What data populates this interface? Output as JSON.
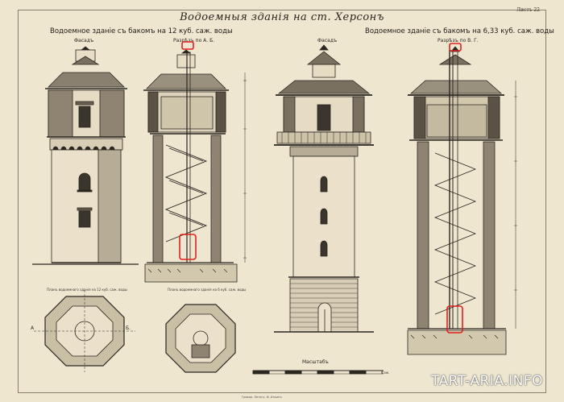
{
  "sheet": {
    "title": "Водоемныя зданія на ст. Херсонъ",
    "sheet_number": "Листъ 22",
    "left_group_title": "Водоемное зданіе съ бакомъ на 12 куб. саж. воды",
    "right_group_title": "Водоемное зданіе съ бакомъ на 6,33 куб. саж. воды"
  },
  "labels": {
    "facade_left": "Фасадъ",
    "section_ab": "Разрѣзъ по А. Б.",
    "facade_right": "Фасадъ",
    "section_vg": "Разрѣзъ по В. Г.",
    "plan_left_caption": "Планъ водоемнаго зданія на 12 куб. саж. воды",
    "plan_mid_caption": "Планъ водоемнаго зданія на 6 куб. саж. воды",
    "point_a": "А",
    "point_b": "Б.",
    "scale": "Масштабъ",
    "scale_unit": "саж."
  },
  "colors": {
    "paper": "#efe6d0",
    "ink": "#2a2620",
    "highlight": "#e02020"
  },
  "watermark": "TART-ARIA.INFO",
  "imprint": "Гравир. Литогр. Ф. Ильинъ"
}
